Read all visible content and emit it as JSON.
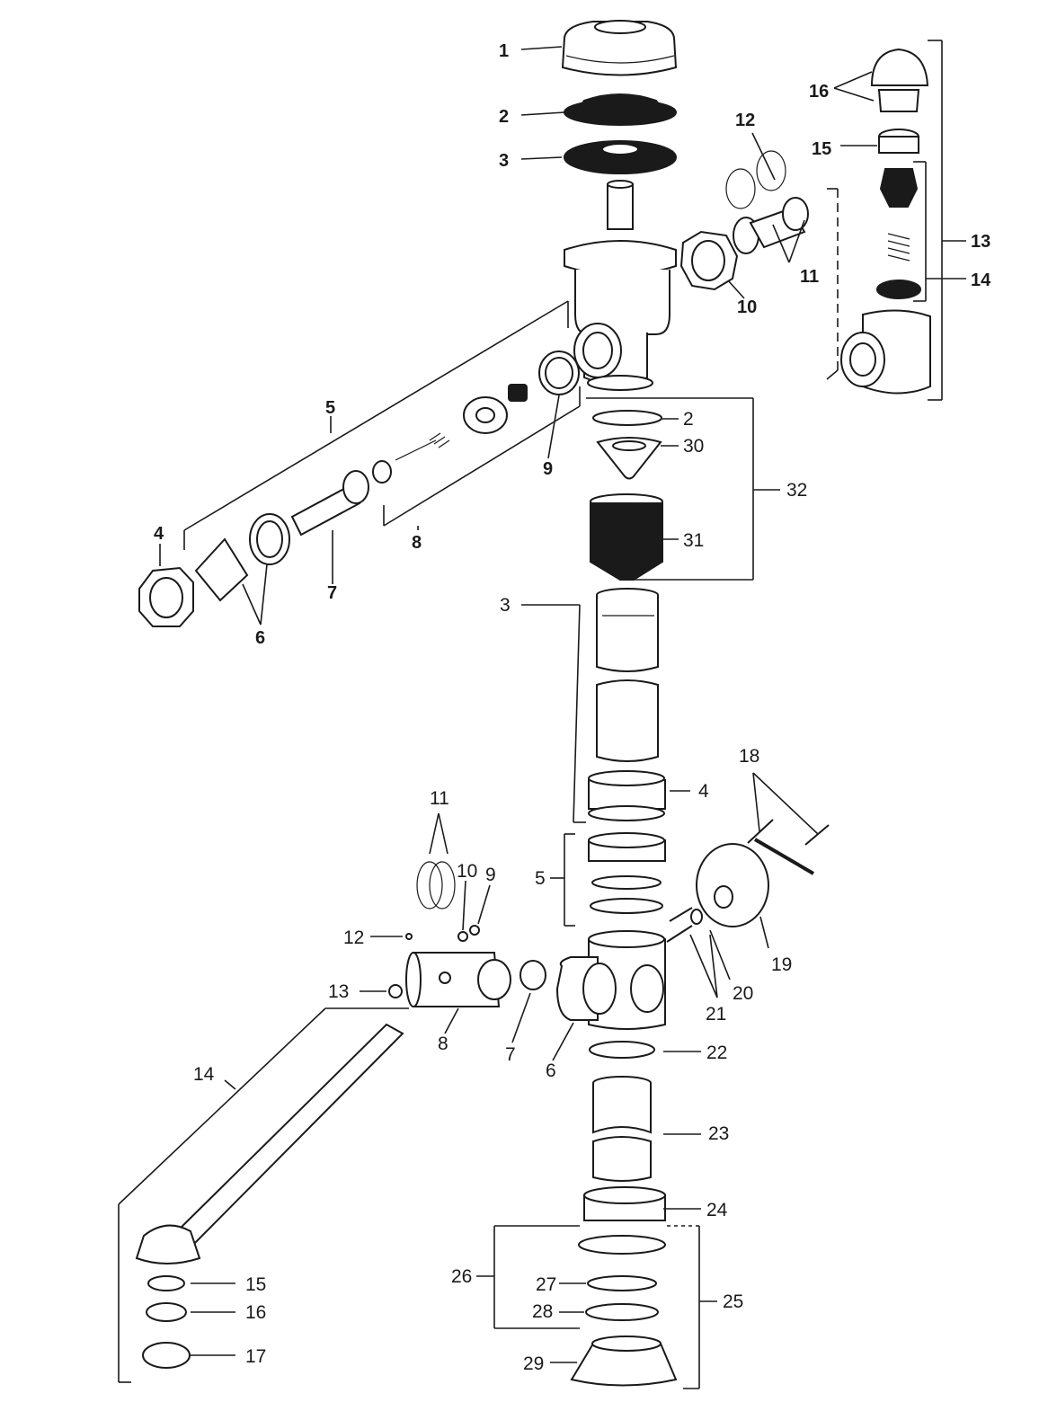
{
  "diagram": {
    "labels": {
      "t1": "1",
      "t2": "2",
      "t3": "3",
      "t4": "4",
      "t5": "5",
      "t6": "6",
      "t7": "7",
      "t8": "8",
      "t9": "9",
      "t10": "10",
      "t11": "11",
      "t12": "12",
      "t13": "13",
      "t14": "14",
      "t15": "15",
      "t16": "16",
      "b2": "2",
      "b30": "30",
      "b32": "32",
      "b31": "31",
      "b3": "3",
      "b4": "4",
      "b18": "18",
      "b11": "11",
      "b10": "10",
      "b9": "9",
      "b5": "5",
      "b12": "12",
      "b19": "19",
      "b20": "20",
      "b21": "21",
      "b13": "13",
      "b8": "8",
      "b7": "7",
      "b6": "6",
      "b22": "22",
      "b14": "14",
      "b23": "23",
      "b24": "24",
      "b26": "26",
      "b25": "25",
      "b27": "27",
      "b15": "15",
      "b16": "16",
      "b28": "28",
      "b17": "17",
      "b29": "29"
    }
  }
}
